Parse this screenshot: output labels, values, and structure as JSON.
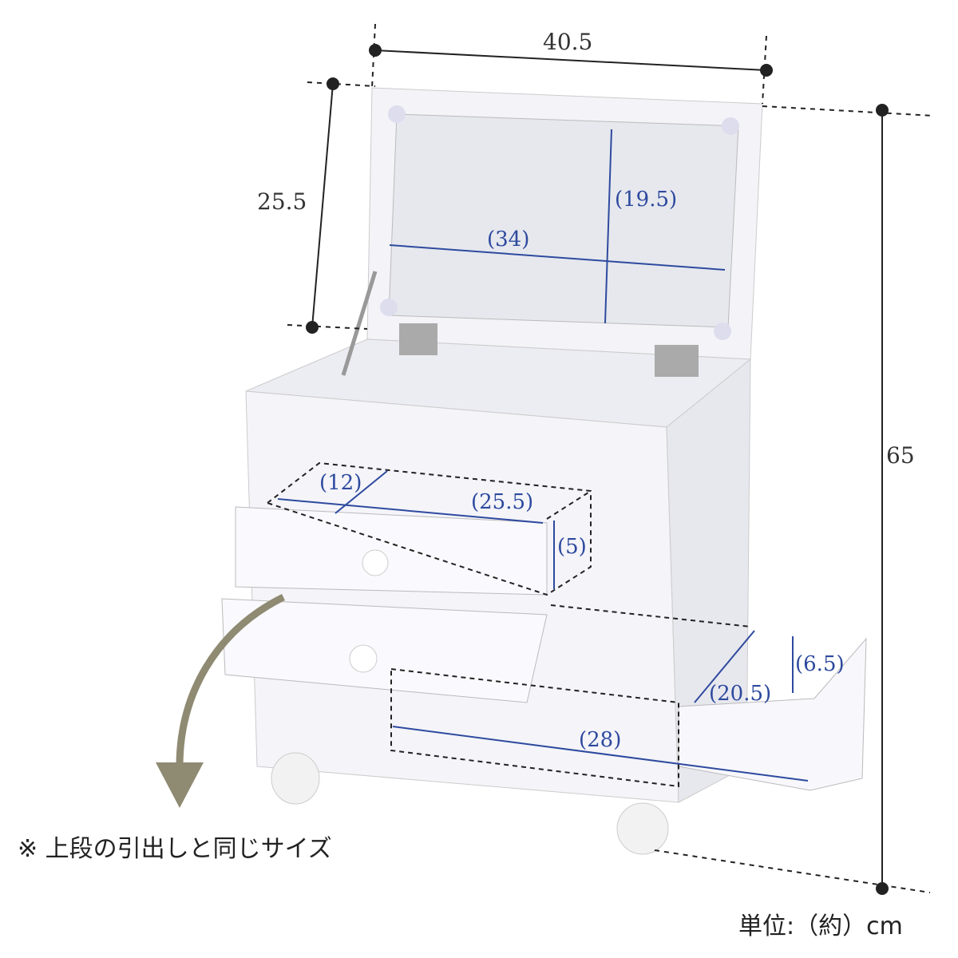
{
  "dimensions": {
    "width": "40.5",
    "mirror_depth": "25.5",
    "height": "65",
    "mirror_inner_height": "(19.5)",
    "mirror_inner_width": "(34)",
    "drawer_depth": "(12)",
    "drawer_width": "(25.5)",
    "drawer_height": "(5)",
    "side_drawer_height": "(6.5)",
    "side_drawer_depth": "(20.5)",
    "bottom_width": "(28)"
  },
  "notes": {
    "same_size": "※ 上段の引出しと同じサイズ",
    "unit": "単位:（約）cm"
  },
  "colors": {
    "dimension_line": "#2e4a9e",
    "arrow": "#8f8a72",
    "furniture": "#f1f1f6"
  }
}
